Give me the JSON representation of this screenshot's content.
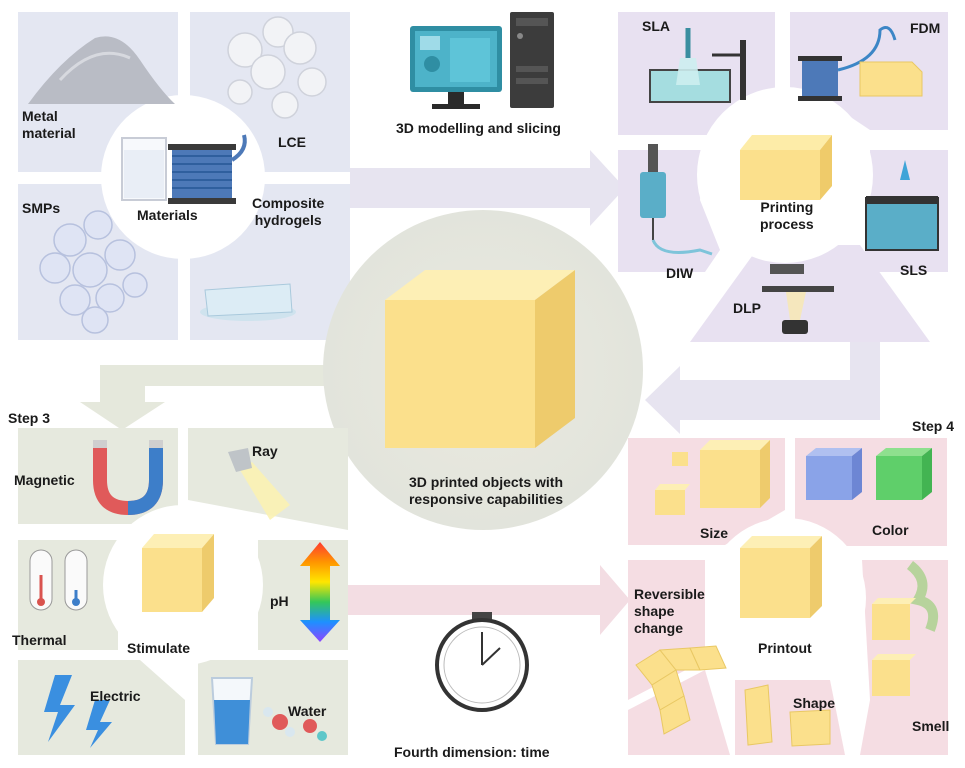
{
  "materials": {
    "center": "Materials",
    "metal_line1": "Metal",
    "metal_line2": "material",
    "lce": "LCE",
    "smps": "SMPs",
    "composite_line1": "Composite",
    "composite_line2": "hydrogels"
  },
  "modelling": {
    "label": "3D modelling and slicing"
  },
  "printing": {
    "center_line1": "Printing",
    "center_line2": "process",
    "sla": "SLA",
    "fdm": "FDM",
    "diw": "DIW",
    "sls": "SLS",
    "dlp": "DLP"
  },
  "object": {
    "line1": "3D printed objects with",
    "line2": "responsive capabilities"
  },
  "stimulate": {
    "step": "Step 3",
    "center": "Stimulate",
    "magnetic": "Magnetic",
    "ray": "Ray",
    "thermal": "Thermal",
    "ph": "pH",
    "electric": "Electric",
    "water": "Water"
  },
  "time": {
    "label": "Fourth dimension: time"
  },
  "printout": {
    "step": "Step 4",
    "center": "Printout",
    "size": "Size",
    "color": "Color",
    "reversible_line1": "Reversible",
    "reversible_line2": "shape",
    "reversible_line3": "change",
    "shape": "Shape",
    "smell": "Smell"
  },
  "colors": {
    "materials_bg": "#e3e6f1",
    "printing_bg": "#e6dff0",
    "stimulate_bg": "#e4e7dc",
    "printout_bg": "#f5dde3",
    "cube_front": "#fbe08c",
    "arrow": "#e6e3ef"
  }
}
